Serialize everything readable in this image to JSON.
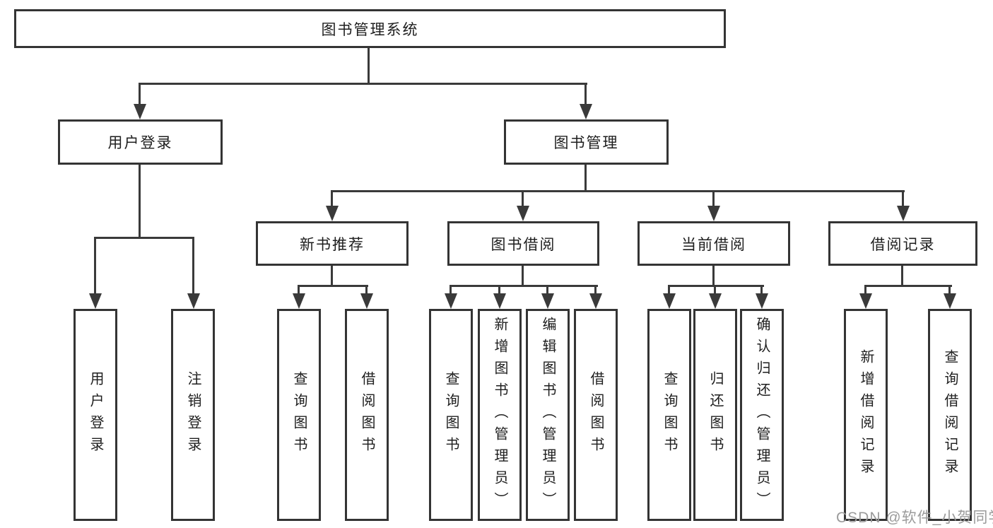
{
  "diagram": {
    "root": {
      "label": "图书管理系统"
    },
    "level2": [
      {
        "label": "用户登录"
      },
      {
        "label": "图书管理"
      }
    ],
    "level3": [
      {
        "label": "新书推荐"
      },
      {
        "label": "图书借阅"
      },
      {
        "label": "当前借阅"
      },
      {
        "label": "借阅记录"
      }
    ],
    "leaves": {
      "user_login": [
        "用户登录",
        "注销登录"
      ],
      "new_book": [
        "查询图书",
        "借阅图书"
      ],
      "book_borrow": [
        "查询图书",
        "新增图书（管理员）",
        "编辑图书（管理员）",
        "借阅图书"
      ],
      "current_borrow": [
        "查询图书",
        "归还图书",
        "确认归还（管理员）"
      ],
      "records": [
        "新增借阅记录",
        "查询借阅记录"
      ]
    }
  },
  "watermark": {
    "text": "CSDN @软件_小贺同学"
  },
  "colors": {
    "line": "#3a3a3a",
    "border": "#343434",
    "text": "#1e1e1e",
    "watermark": "#9b9b9b",
    "background": "#ffffff"
  }
}
